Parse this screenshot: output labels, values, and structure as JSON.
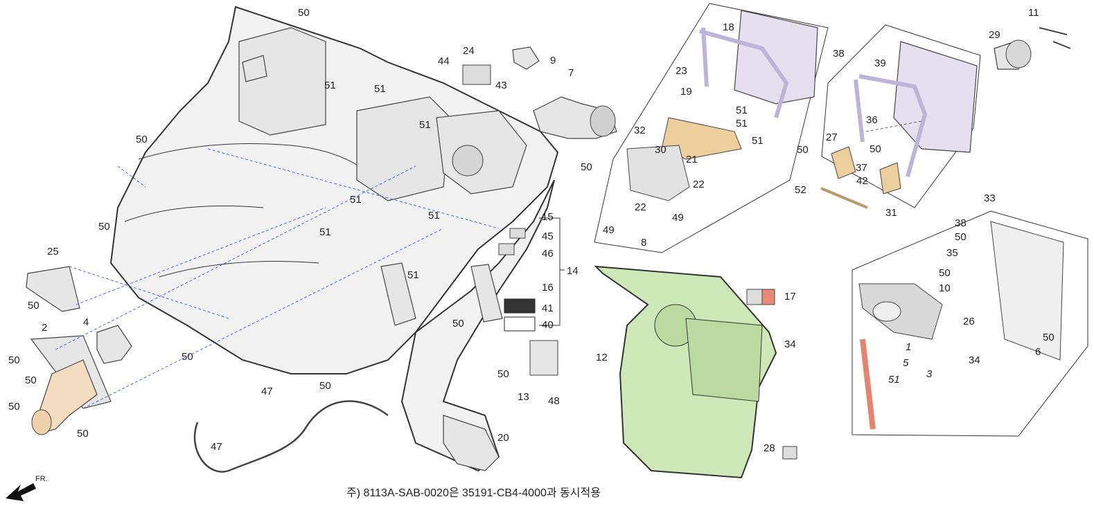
{
  "footnote": "주) 8113A-SAB-0020은 35191-CB4-4000과 동시적용",
  "front_marker": "FR.",
  "parts": [
    {
      "id": "p50a",
      "text": "50"
    },
    {
      "id": "p24",
      "text": "24"
    },
    {
      "id": "p9",
      "text": "9"
    },
    {
      "id": "p44",
      "text": "44"
    },
    {
      "id": "p7",
      "text": "7"
    },
    {
      "id": "p43",
      "text": "43"
    },
    {
      "id": "p51a",
      "text": "51"
    },
    {
      "id": "p51b",
      "text": "51"
    },
    {
      "id": "p51c",
      "text": "51"
    },
    {
      "id": "p50b",
      "text": "50"
    },
    {
      "id": "p50c",
      "text": "50"
    },
    {
      "id": "p51d",
      "text": "51"
    },
    {
      "id": "p51e",
      "text": "51"
    },
    {
      "id": "p51f",
      "text": "51"
    },
    {
      "id": "p15",
      "text": "15"
    },
    {
      "id": "p45",
      "text": "45"
    },
    {
      "id": "p46",
      "text": "46"
    },
    {
      "id": "p14",
      "text": "14"
    },
    {
      "id": "p50d",
      "text": "50"
    },
    {
      "id": "p51g",
      "text": "51"
    },
    {
      "id": "p25",
      "text": "25"
    },
    {
      "id": "p16",
      "text": "16"
    },
    {
      "id": "p41",
      "text": "41"
    },
    {
      "id": "p40",
      "text": "40"
    },
    {
      "id": "p50e",
      "text": "50"
    },
    {
      "id": "p2",
      "text": "2"
    },
    {
      "id": "p4",
      "text": "4"
    },
    {
      "id": "p50f",
      "text": "50"
    },
    {
      "id": "p50g",
      "text": "50"
    },
    {
      "id": "p50h",
      "text": "50"
    },
    {
      "id": "p50i",
      "text": "50"
    },
    {
      "id": "p50j",
      "text": "50"
    },
    {
      "id": "p50k",
      "text": "50"
    },
    {
      "id": "p50l",
      "text": "50"
    },
    {
      "id": "p47a",
      "text": "47"
    },
    {
      "id": "p50m",
      "text": "50"
    },
    {
      "id": "p13",
      "text": "13"
    },
    {
      "id": "p48",
      "text": "48"
    },
    {
      "id": "p12",
      "text": "12"
    },
    {
      "id": "p47b",
      "text": "47"
    },
    {
      "id": "p20",
      "text": "20"
    },
    {
      "id": "p18",
      "text": "18"
    },
    {
      "id": "p38a",
      "text": "38"
    },
    {
      "id": "p23",
      "text": "23"
    },
    {
      "id": "p19",
      "text": "19"
    },
    {
      "id": "p51h",
      "text": "51"
    },
    {
      "id": "p32",
      "text": "32"
    },
    {
      "id": "p51i",
      "text": "51"
    },
    {
      "id": "p30",
      "text": "30"
    },
    {
      "id": "p51j",
      "text": "51"
    },
    {
      "id": "p21",
      "text": "21"
    },
    {
      "id": "p22a",
      "text": "22"
    },
    {
      "id": "p22b",
      "text": "22"
    },
    {
      "id": "p49a",
      "text": "49"
    },
    {
      "id": "p49b",
      "text": "49"
    },
    {
      "id": "p8",
      "text": "8"
    },
    {
      "id": "p11",
      "text": "11"
    },
    {
      "id": "p29",
      "text": "29"
    },
    {
      "id": "p39",
      "text": "39"
    },
    {
      "id": "p36",
      "text": "36"
    },
    {
      "id": "p27",
      "text": "27"
    },
    {
      "id": "p50n",
      "text": "50"
    },
    {
      "id": "p50o",
      "text": "50"
    },
    {
      "id": "p37",
      "text": "37"
    },
    {
      "id": "p42",
      "text": "42"
    },
    {
      "id": "p52",
      "text": "52"
    },
    {
      "id": "p31",
      "text": "31"
    },
    {
      "id": "p33",
      "text": "33"
    },
    {
      "id": "p38b",
      "text": "38"
    },
    {
      "id": "p50p",
      "text": "50"
    },
    {
      "id": "p35",
      "text": "35"
    },
    {
      "id": "p50q",
      "text": "50"
    },
    {
      "id": "p10",
      "text": "10"
    },
    {
      "id": "p17",
      "text": "17"
    },
    {
      "id": "p34a",
      "text": "34"
    },
    {
      "id": "p26",
      "text": "26"
    },
    {
      "id": "p50r",
      "text": "50"
    },
    {
      "id": "p34b",
      "text": "34"
    },
    {
      "id": "p6",
      "text": "6"
    },
    {
      "id": "p1",
      "text": "1"
    },
    {
      "id": "p5",
      "text": "5"
    },
    {
      "id": "p3",
      "text": "3"
    },
    {
      "id": "p51k",
      "text": "51"
    },
    {
      "id": "p28",
      "text": "28"
    }
  ],
  "colors": {
    "outline": "#333333",
    "leader_dash": "#3b5bd6",
    "panel_green": "#cfe8b8",
    "tray_purple": "#e4e0ef",
    "bracket_tan": "#eccf9c",
    "lamp_cream": "#f3dcc0",
    "wire_red": "#e5846f",
    "connector_red": "#e98a76"
  }
}
